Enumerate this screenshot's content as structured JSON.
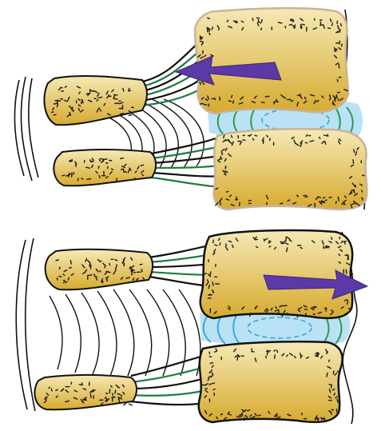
{
  "figure": {
    "panels": [
      {
        "id": "top",
        "motion": "posterior-shift",
        "arrow_direction": "left"
      },
      {
        "id": "bottom",
        "motion": "anterior-shift",
        "arrow_direction": "right"
      }
    ]
  },
  "colors": {
    "bone_light": "#f6e9b6",
    "bone_dark": "#d6aa2e",
    "bone_outline_top": "#c9b39b",
    "outline": "#111111",
    "disc_fill": "#b9e2f5",
    "disc_ring": "#3aa6d9",
    "annulus_green": "#2e9a55",
    "ligament_green": "#1f7a43",
    "arrow": "#5b39a6",
    "speckle": "#1a1a1a"
  }
}
